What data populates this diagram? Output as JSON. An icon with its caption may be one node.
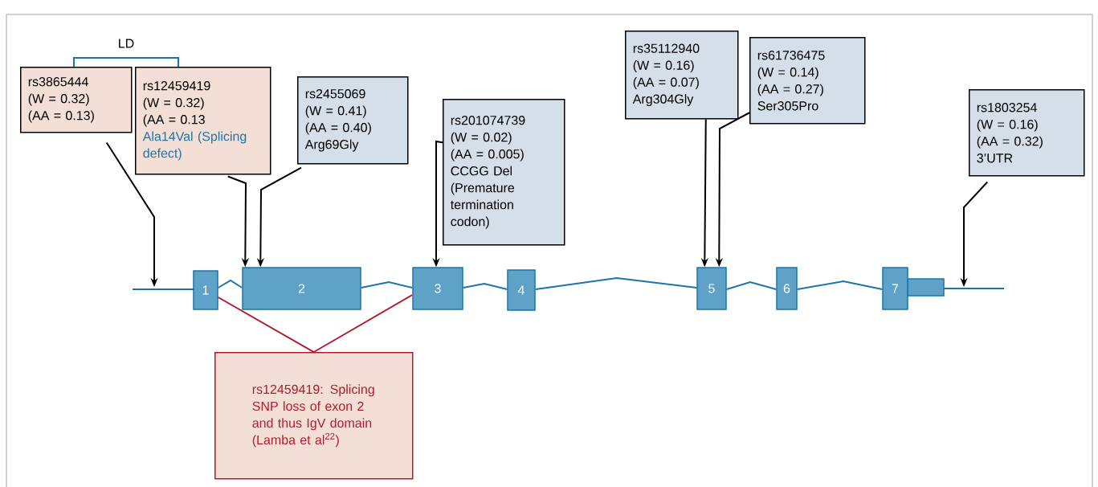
{
  "diagram": {
    "nodes": [
      {
        "text": [
          "rs3865444",
          "(W = 0.32)",
          "(AA = 0.13)"
        ]
      },
      {
        "text": [
          "rs12459419",
          "(W = 0.32)",
          "(AA = 0.13",
          "Ala14Val (Splicing defect)"
        ]
      },
      {
        "text": [
          "rs2455069",
          "(W = 0.41)",
          "(AA = 0.40)",
          "Arg69Gly"
        ]
      },
      {
        "text": [
          "rs201074739",
          "(W = 0.02)",
          "(AA = 0.005)",
          "CCGG Del",
          "(Premature termination codon)"
        ]
      },
      {
        "text": [
          "rs35112940",
          "(W = 0.16)",
          "(AA = 0.07)",
          "Arg304Gly"
        ]
      },
      {
        "text": [
          "rs61736475",
          "(W = 0.14)",
          "(AA = 0.27)",
          "Ser305Pro"
        ]
      },
      {
        "text": [
          "rs1803254",
          "(W = 0.16)",
          "(AA = 0.32)",
          "3’UTR"
        ]
      },
      {
        "text": [
          "rs12459419: Splicing SNP loss of exon 2 and thus IgV domain (Lamba et al$^{22}$)"
        ]
      },
      {
        "text": [
          "1"
        ]
      },
      {
        "text": [
          "2"
        ]
      },
      {
        "text": [
          "3"
        ]
      },
      {
        "text": [
          "4"
        ]
      },
      {
        "text": [
          "5"
        ]
      },
      {
        "text": [
          "6"
        ]
      },
      {
        "text": [
          "7"
        ]
      }
    ],
    "edges": [
      {
        "from": 0,
        "to": null,
        "arrow": "to"
      },
      {
        "from": 1,
        "to": 9,
        "arrow": "to"
      },
      {
        "from": 2,
        "to": 9,
        "arrow": "to"
      },
      {
        "from": 3,
        "to": 10,
        "arrow": "to"
      },
      {
        "from": 4,
        "to": 12,
        "arrow": "to"
      },
      {
        "from": 5,
        "to": 12,
        "arrow": "to"
      },
      {
        "from": 6,
        "to": null,
        "arrow": "to"
      },
      {
        "from": 8,
        "to": 9,
        "arrow": "none",
        "color": "#1d75a7"
      },
      {
        "from": 9,
        "to": 10,
        "arrow": "none",
        "color": "#1d75a7"
      },
      {
        "from": 10,
        "to": 11,
        "arrow": "none",
        "color": "#1d75a7"
      },
      {
        "from": 11,
        "to": 12,
        "arrow": "none",
        "color": "#1d75a7"
      },
      {
        "from": 12,
        "to": 13,
        "arrow": "none",
        "color": "#1d75a7"
      },
      {
        "from": 13,
        "to": 14,
        "arrow": "none",
        "color": "#1d75a7"
      },
      {
        "from": 8,
        "to": 7,
        "arrow": "none",
        "color": "#b01c2e"
      },
      {
        "from": 10,
        "to": 7,
        "arrow": "none",
        "color": "#b01c2e"
      },
      {
        "from": 0,
        "to": 1,
        "arrow": "none",
        "label": "LD",
        "color": "#1d75a7"
      }
    ]
  }
}
